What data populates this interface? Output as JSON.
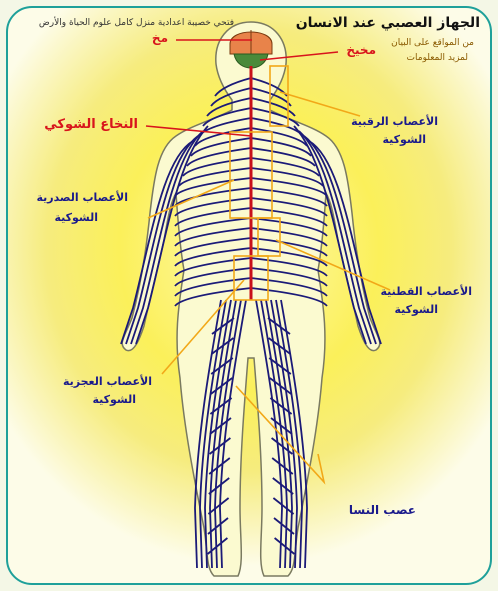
{
  "header": {
    "title": "الجهاز العصبي عند الانسان",
    "credit": "فتحي خصيبة  اعدادية منزل كامل  علوم الحياة والأرض",
    "source_line1": "من المواقع على البيان",
    "source_line2": "لمزيد المعلومات"
  },
  "labels": {
    "brain": "مخ",
    "cerebellum": "مخيخ",
    "spinal_cord": "النخاع الشوكي",
    "cervical_line1": "الأعصاب الرقبية",
    "cervical_line2": "الشوكية",
    "thoracic_line1": "الأعصاب الصدرية",
    "thoracic_line2": "الشوكية",
    "lumbar_line1": "الأعصاب القطنية",
    "lumbar_line2": "الشوكية",
    "sacral_line1": "الأعصاب العجزية",
    "sacral_line2": "الشوكية",
    "sciatic": "عصب النسا"
  },
  "colors": {
    "frame": "#1ea09a",
    "background": "#fbf05a",
    "body_fill": "#fbfad0",
    "nerves": "#1b1a78",
    "spinal_cord": "#c8101a",
    "brain": "#e8834a",
    "cerebellum": "#4a8a3a",
    "leader_red": "#d8141c",
    "leader_orange": "#f2a818"
  }
}
